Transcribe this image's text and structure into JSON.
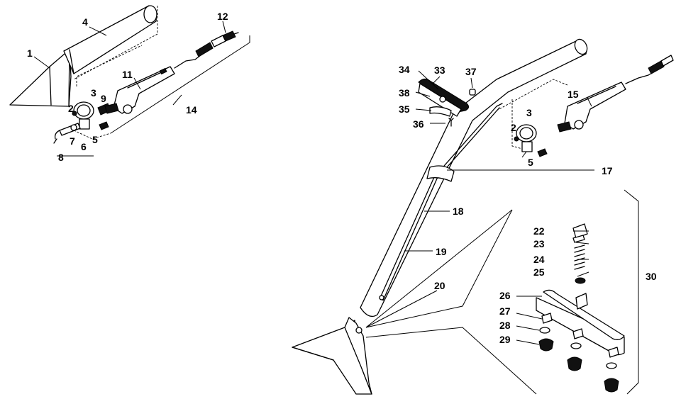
{
  "callouts": [
    {
      "id": "c1",
      "label": "1"
    },
    {
      "id": "c2a",
      "label": "2"
    },
    {
      "id": "c3a",
      "label": "3"
    },
    {
      "id": "c4",
      "label": "4"
    },
    {
      "id": "c5a",
      "label": "5"
    },
    {
      "id": "c6",
      "label": "6"
    },
    {
      "id": "c7",
      "label": "7"
    },
    {
      "id": "c8",
      "label": "8"
    },
    {
      "id": "c9",
      "label": "9"
    },
    {
      "id": "c11",
      "label": "11"
    },
    {
      "id": "c12",
      "label": "12"
    },
    {
      "id": "c14",
      "label": "14"
    },
    {
      "id": "c2b",
      "label": "2"
    },
    {
      "id": "c3b",
      "label": "3"
    },
    {
      "id": "c5b",
      "label": "5"
    },
    {
      "id": "c15",
      "label": "15"
    },
    {
      "id": "c17",
      "label": "17"
    },
    {
      "id": "c18",
      "label": "18"
    },
    {
      "id": "c19",
      "label": "19"
    },
    {
      "id": "c20",
      "label": "20"
    },
    {
      "id": "c22",
      "label": "22"
    },
    {
      "id": "c23",
      "label": "23"
    },
    {
      "id": "c24",
      "label": "24"
    },
    {
      "id": "c25",
      "label": "25"
    },
    {
      "id": "c26",
      "label": "26"
    },
    {
      "id": "c27",
      "label": "27"
    },
    {
      "id": "c28",
      "label": "28"
    },
    {
      "id": "c29",
      "label": "29"
    },
    {
      "id": "c30",
      "label": "30"
    },
    {
      "id": "c33",
      "label": "33"
    },
    {
      "id": "c34",
      "label": "34"
    },
    {
      "id": "c35",
      "label": "35"
    },
    {
      "id": "c36",
      "label": "36"
    },
    {
      "id": "c37",
      "label": "37"
    },
    {
      "id": "c38",
      "label": "38"
    }
  ]
}
